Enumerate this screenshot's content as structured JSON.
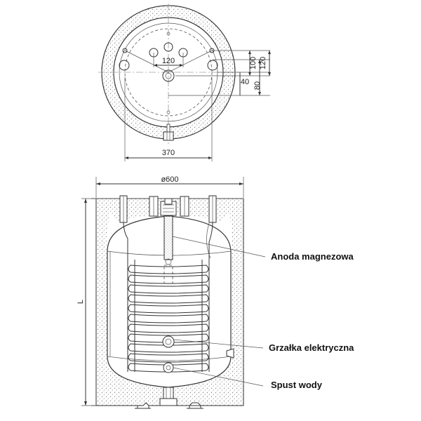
{
  "top_view": {
    "dims": {
      "d120_horizontal": "120",
      "d100": "100",
      "d120_vertical": "120",
      "d40": "40",
      "d80": "80",
      "d370": "370"
    }
  },
  "side_view": {
    "diameter": "ø600",
    "height": "L"
  },
  "callouts": {
    "anode": "Anoda magnezowa",
    "heater": "Grzałka elektryczna",
    "drain": "Spust wody"
  },
  "colors": {
    "line": "#333333",
    "hatch": "#9a9a9a"
  }
}
